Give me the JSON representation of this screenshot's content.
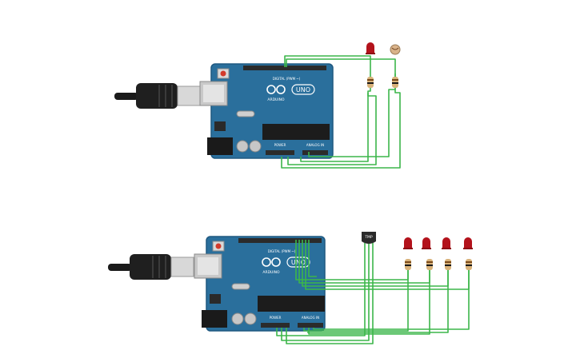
{
  "colors": {
    "board": "#2a6f9c",
    "board_edge": "#1f5880",
    "wire": "#3cb64a",
    "led": "#b3121b",
    "header": "#2b2b2b",
    "chip": "#1c1c1c"
  },
  "boards": [
    {
      "id": "top",
      "logo": "ARDUINO",
      "model": "UNO",
      "label_digital": "DIGITAL (PWM ~)",
      "label_power": "POWER",
      "label_analog": "ANALOG IN",
      "components": [
        "led",
        "photoresistor",
        "resistor",
        "resistor"
      ]
    },
    {
      "id": "bottom",
      "logo": "ARDUINO",
      "model": "UNO",
      "label_digital": "DIGITAL (PWM ~)",
      "label_power": "POWER",
      "label_analog": "ANALOG IN",
      "sensor_label": "TMP",
      "components": [
        "temperature-sensor",
        "led",
        "led",
        "led",
        "led",
        "resistor",
        "resistor",
        "resistor",
        "resistor"
      ]
    }
  ]
}
